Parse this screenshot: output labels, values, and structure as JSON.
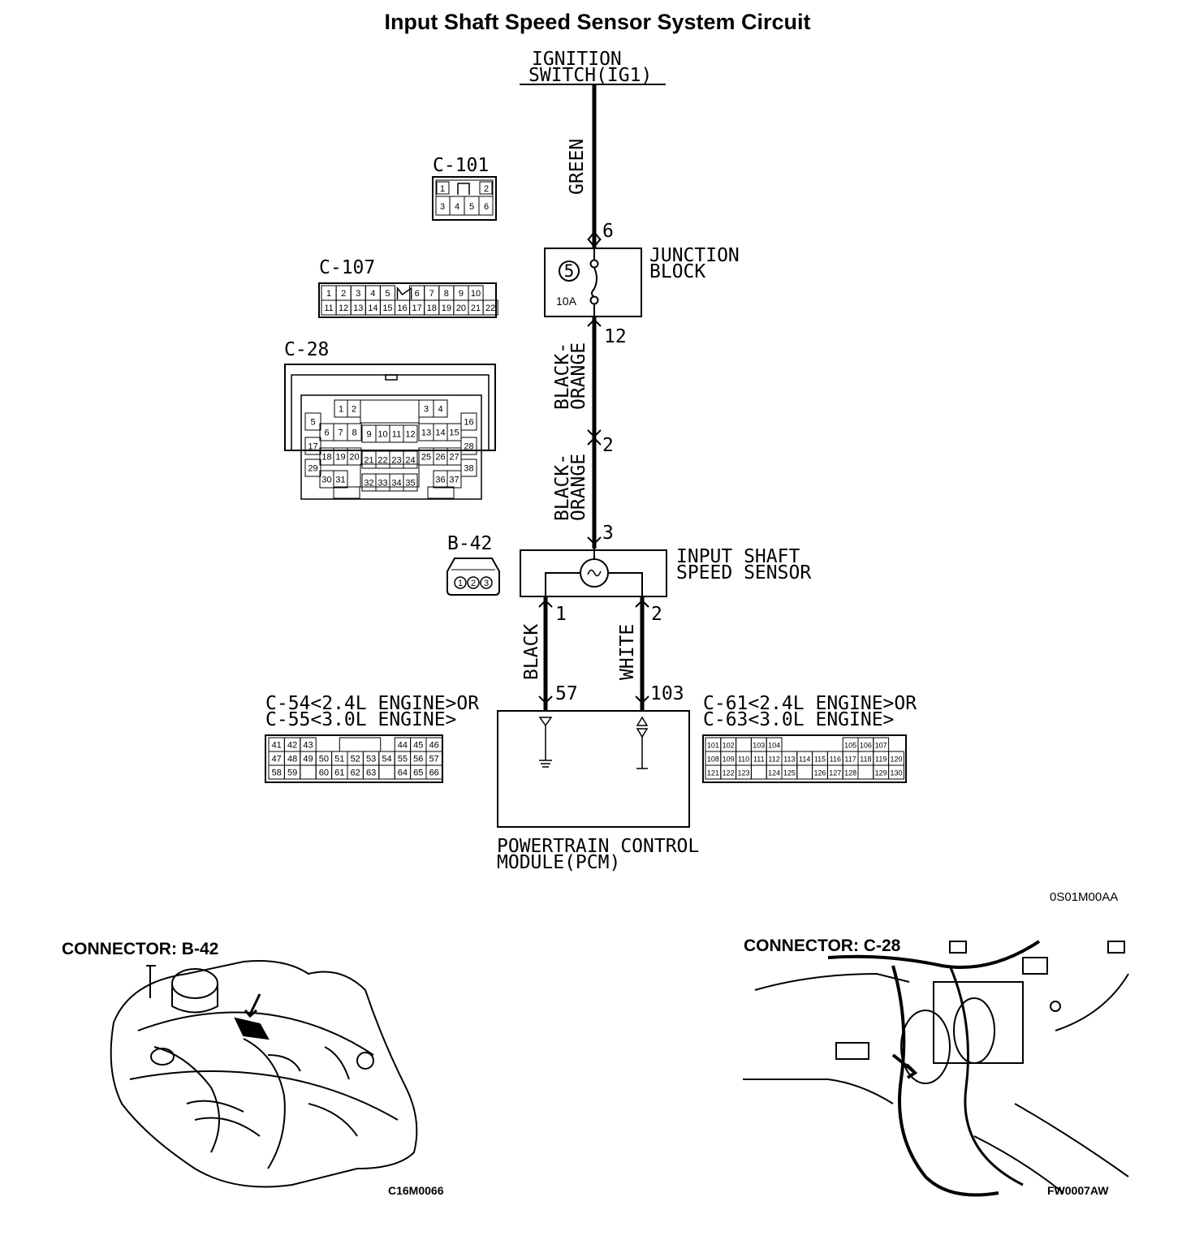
{
  "title": "Input Shaft Speed Sensor System Circuit",
  "ignition": {
    "line1": "IGNITION",
    "line2": "SWITCH(IG1)"
  },
  "wires": {
    "green": "GREEN",
    "black_orange_1": [
      "BLACK-",
      "ORANGE"
    ],
    "black_orange_2": [
      "BLACK-",
      "ORANGE"
    ],
    "black": "BLACK",
    "white": "WHITE"
  },
  "terminals": {
    "t6": "6",
    "t12": "12",
    "t2": "2",
    "t3": "3",
    "t1s": "1",
    "t2s": "2",
    "t57": "57",
    "t103": "103"
  },
  "junction_block": {
    "line1": "JUNCTION",
    "line2": "BLOCK",
    "fuse_number": "5",
    "fuse_rating": "10A"
  },
  "sensor": {
    "line1": "INPUT SHAFT",
    "line2": "SPEED SENSOR"
  },
  "pcm": {
    "line1": "POWERTRAIN CONTROL",
    "line2": "MODULE(PCM)"
  },
  "connectors": {
    "c101": {
      "label": "C-101",
      "row1": [
        "1",
        "",
        "2"
      ],
      "row2": [
        "3",
        "4",
        "5",
        "6"
      ]
    },
    "c107": {
      "label": "C-107",
      "row1": [
        "1",
        "2",
        "3",
        "4",
        "5",
        "",
        "6",
        "7",
        "8",
        "9",
        "10"
      ],
      "row2": [
        "11",
        "12",
        "13",
        "14",
        "15",
        "16",
        "17",
        "18",
        "19",
        "20",
        "21",
        "22"
      ]
    },
    "c28": {
      "label": "C-28",
      "pins": [
        "1",
        "2",
        "3",
        "4",
        "5",
        "6",
        "7",
        "8",
        "9",
        "10",
        "11",
        "12",
        "13",
        "14",
        "15",
        "16",
        "17",
        "18",
        "19",
        "20",
        "21",
        "22",
        "23",
        "24",
        "25",
        "26",
        "27",
        "28",
        "29",
        "30",
        "31",
        "32",
        "33",
        "34",
        "35",
        "36",
        "37",
        "38"
      ]
    },
    "b42": {
      "label": "B-42",
      "pins": [
        "1",
        "2",
        "3"
      ]
    },
    "c54": {
      "line1": "C-54<2.4L ENGINE>OR",
      "line2": "C-55<3.0L ENGINE>",
      "row1": [
        "41",
        "42",
        "43",
        "",
        "",
        "",
        "",
        "",
        "44",
        "45",
        "46"
      ],
      "row2": [
        "47",
        "48",
        "49",
        "50",
        "51",
        "52",
        "53",
        "54",
        "55",
        "56",
        "57"
      ],
      "row3": [
        "58",
        "59",
        "",
        "60",
        "61",
        "62",
        "63",
        "",
        "64",
        "65",
        "66"
      ]
    },
    "c61": {
      "line1": "C-61<2.4L ENGINE>OR",
      "line2": "C-63<3.0L ENGINE>",
      "row1": [
        "101",
        "102",
        "",
        "103",
        "104",
        "",
        "",
        "",
        "",
        "105",
        "106",
        "107"
      ],
      "row2": [
        "108",
        "109",
        "110",
        "111",
        "112",
        "113",
        "114",
        "115",
        "116",
        "117",
        "118",
        "119",
        "120"
      ],
      "row3": [
        "121",
        "122",
        "123",
        "",
        "124",
        "125",
        "",
        "126",
        "127",
        "128",
        "",
        "129",
        "130"
      ]
    }
  },
  "figure_code_top": "0S01M00AA",
  "location_views": {
    "left": {
      "label": "CONNECTOR: B-42",
      "code": "C16M0066"
    },
    "right": {
      "label": "CONNECTOR: C-28",
      "code": "FW0007AW"
    }
  }
}
